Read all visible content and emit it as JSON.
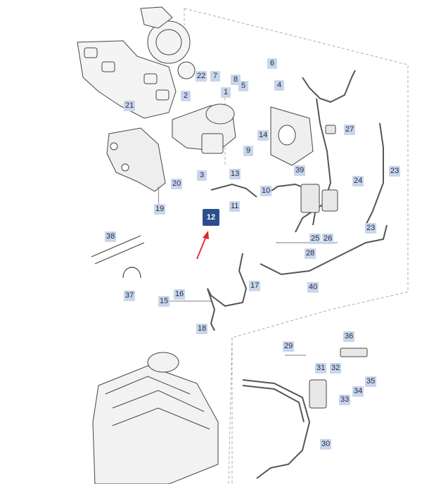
{
  "diagram": {
    "callouts": {
      "c1": "1",
      "c2": "2",
      "c3": "3",
      "c4": "4",
      "c5": "5",
      "c6": "6",
      "c7": "7",
      "c8": "8",
      "c9": "9",
      "c10": "10",
      "c11": "11",
      "c12": "12",
      "c13": "13",
      "c14": "14",
      "c15": "15",
      "c16": "16",
      "c17": "17",
      "c18": "18",
      "c19": "19",
      "c20": "20",
      "c21": "21",
      "c22": "22",
      "c23a": "23",
      "c23b": "23",
      "c24": "24",
      "c25": "25",
      "c26": "26",
      "c27": "27",
      "c28": "28",
      "c29": "29",
      "c30": "30",
      "c31": "31",
      "c32": "32",
      "c33": "33",
      "c34": "34",
      "c35": "35",
      "c36": "36",
      "c37": "37",
      "c38": "38",
      "c39": "39",
      "c40": "40"
    },
    "highlighted_part": "12",
    "colors": {
      "callout_bg": "#c9d6ea",
      "highlight_bg": "#2b4f8e",
      "arrow": "#e0242a",
      "line": "#555555"
    }
  }
}
